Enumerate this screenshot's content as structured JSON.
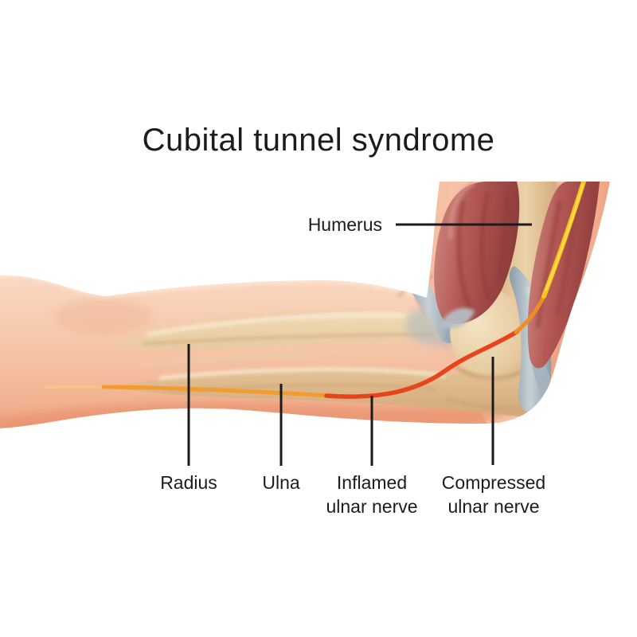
{
  "title": "Cubital tunnel syndrome",
  "illustration": {
    "description": "Medical illustration of an elbow in side view showing the ulnar nerve becoming inflamed and compressed behind the medial epicondyle",
    "labels": {
      "humerus": "Humerus",
      "radius": "Radius",
      "ulna": "Ulna",
      "inflamed_line1": "Inflamed",
      "inflamed_line2": "ulnar nerve",
      "compressed_line1": "Compressed",
      "compressed_line2": "ulnar nerve"
    },
    "colors": {
      "background": "#ffffff",
      "text": "#1c1c1c",
      "leader_line": "#1b1b1b",
      "skin_light": "#fadcc6",
      "skin_mid": "#f5c3a6",
      "skin_shadow": "#e78b66",
      "bone_light": "#f0dcb8",
      "bone_mid": "#e4c295",
      "bone_dark": "#c99a68",
      "muscle_light": "#d08d85",
      "muscle_mid": "#b25551",
      "muscle_dark": "#8a3737",
      "tendon_light": "#c6d0d6",
      "tendon_mid": "#9fb0ba",
      "tendon_dark": "#8b9ca8",
      "nerve_yellow": "#f6c41d",
      "nerve_orange": "#f19b30",
      "nerve_red": "#e8431b"
    }
  }
}
